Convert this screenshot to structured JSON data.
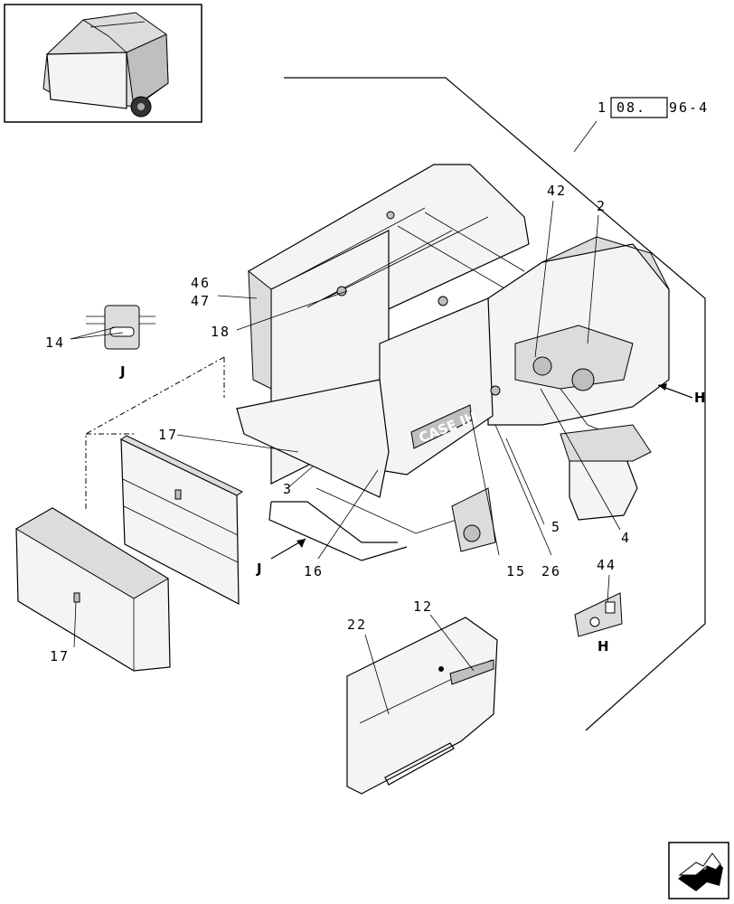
{
  "reference": {
    "prefix": "1",
    "boxed": "08.",
    "suffix": "96-4"
  },
  "callouts": {
    "c46": "46",
    "c47": "47",
    "c18": "18",
    "c14": "14",
    "c17a": "17",
    "c3": "3",
    "c16": "16",
    "c17b": "17",
    "c15": "15",
    "c26": "26",
    "c5": "5",
    "c4": "4",
    "c42": "42",
    "c2": "2",
    "c44": "44",
    "c22": "22",
    "c12": "12"
  },
  "view_letters": {
    "j_detail": "J",
    "j_arrow": "J",
    "h_arrow": "H",
    "h_detail": "H"
  },
  "icons": {
    "thumbnail": "baler-thumbnail-icon",
    "next_page": "next-page-arrow-icon"
  }
}
